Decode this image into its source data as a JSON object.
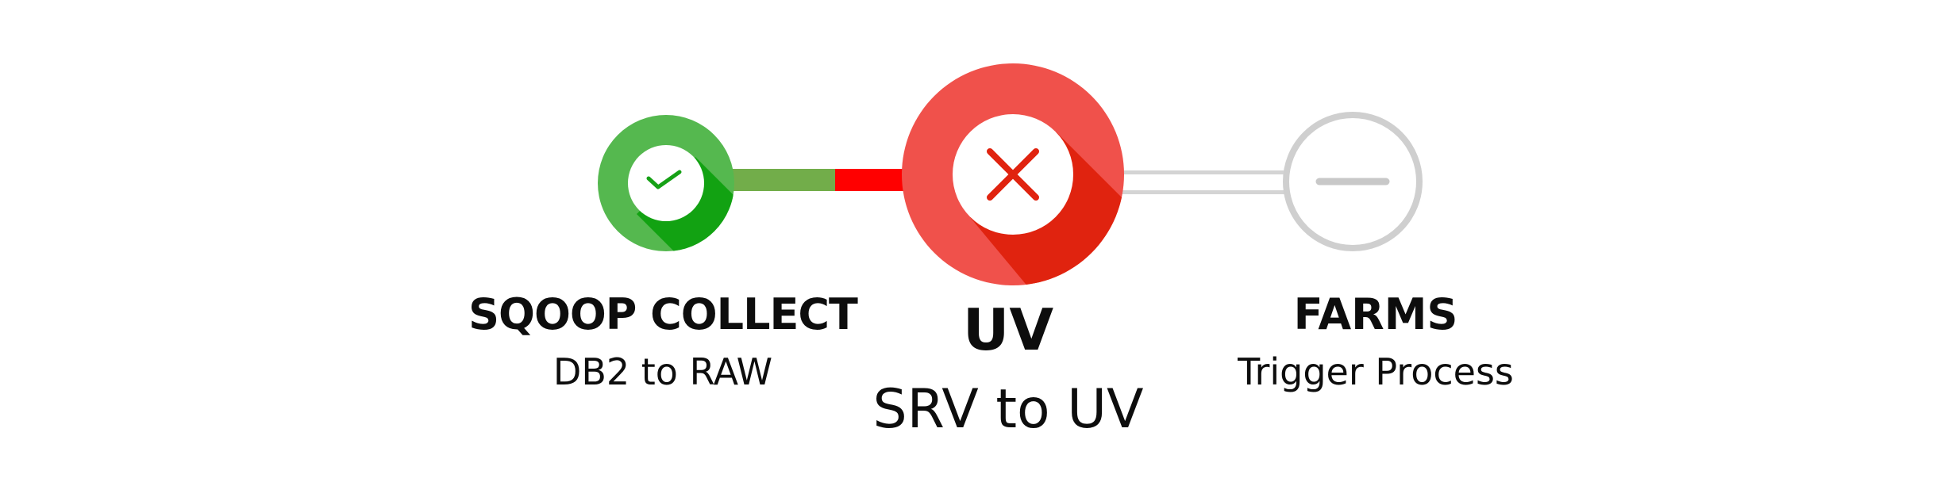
{
  "pipeline": {
    "stages": [
      {
        "title": "SQOOP COLLECT",
        "subtitle": "DB2 to RAW",
        "status": "success",
        "icon": "check-icon",
        "colors": {
          "base": "#55b84f",
          "shadow": "#12a212",
          "mark": "#16a116"
        }
      },
      {
        "title": "UV",
        "subtitle": "SRV to UV",
        "status": "failed",
        "icon": "cross-icon",
        "colors": {
          "base": "#f0514b",
          "shadow": "#e0230f",
          "mark": "#e0230f"
        }
      },
      {
        "title": "FARMS",
        "subtitle": "Trigger Process",
        "status": "pending",
        "icon": "dash-icon",
        "colors": {
          "ring": "#cfcfcf",
          "mark": "#c8c8c8"
        }
      }
    ],
    "connectors": {
      "first": {
        "done_color": "#72ad4a",
        "failed_color": "#ff0000"
      },
      "second": {
        "color": "#d4d4d4"
      }
    }
  }
}
